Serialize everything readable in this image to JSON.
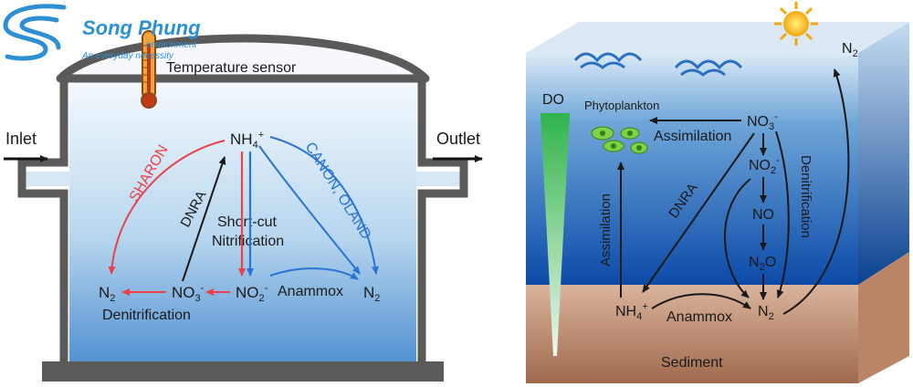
{
  "logo": {
    "brand": "Song Phung",
    "tagline_1": "environment",
    "tagline_2": "An everyday necessity"
  },
  "reactor": {
    "sensor_label": "Temperature sensor",
    "inlet_label": "Inlet",
    "outlet_label": "Outlet",
    "nh4": "NH4+",
    "no3": "NO3-",
    "no2": "NO2-",
    "n2_left": "N2",
    "n2_right": "N2",
    "sharon": "SHARON",
    "canon_oland": "CANON, OLAND",
    "dnra": "DNRA",
    "shortcut_1": "Short-cut",
    "shortcut_2": "Nitrification",
    "anammox": "Anammox",
    "denitrification": "Denitrification",
    "colors": {
      "red_path": "#e8424a",
      "blue_path": "#2a74d6",
      "black_path": "#1a1a1a"
    }
  },
  "aquatic": {
    "do_label": "DO",
    "phytoplankton": "Phytoplankton",
    "assimilation_top": "Assimilation",
    "assimilation_vertical": "Assimilation",
    "no3": "NO3-",
    "no2": "NO2-",
    "no": "NO",
    "n2o": "N2O",
    "n2_top": "N2",
    "n2_bottom": "N2",
    "nh4": "NH4+",
    "dnra": "DNRA",
    "denitrification": "Denitrification",
    "anammox": "Anammox",
    "sediment": "Sediment"
  }
}
